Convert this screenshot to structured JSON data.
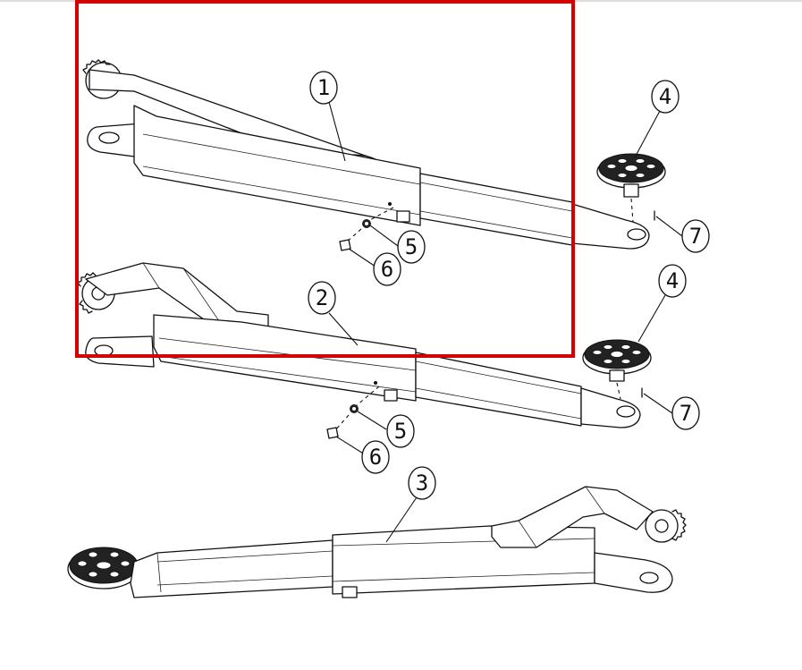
{
  "callouts": [
    {
      "id": "c1",
      "label": "1"
    },
    {
      "id": "c2",
      "label": "2"
    },
    {
      "id": "c3",
      "label": "3"
    },
    {
      "id": "c4a",
      "label": "4"
    },
    {
      "id": "c4b",
      "label": "4"
    },
    {
      "id": "c5a",
      "label": "5"
    },
    {
      "id": "c5b",
      "label": "5"
    },
    {
      "id": "c6a",
      "label": "6"
    },
    {
      "id": "c6b",
      "label": "6"
    },
    {
      "id": "c7a",
      "label": "7"
    },
    {
      "id": "c7b",
      "label": "7"
    }
  ],
  "highlight": {
    "color": "#d40000"
  },
  "colors": {
    "ink": "#111111",
    "background": "#ffffff"
  }
}
